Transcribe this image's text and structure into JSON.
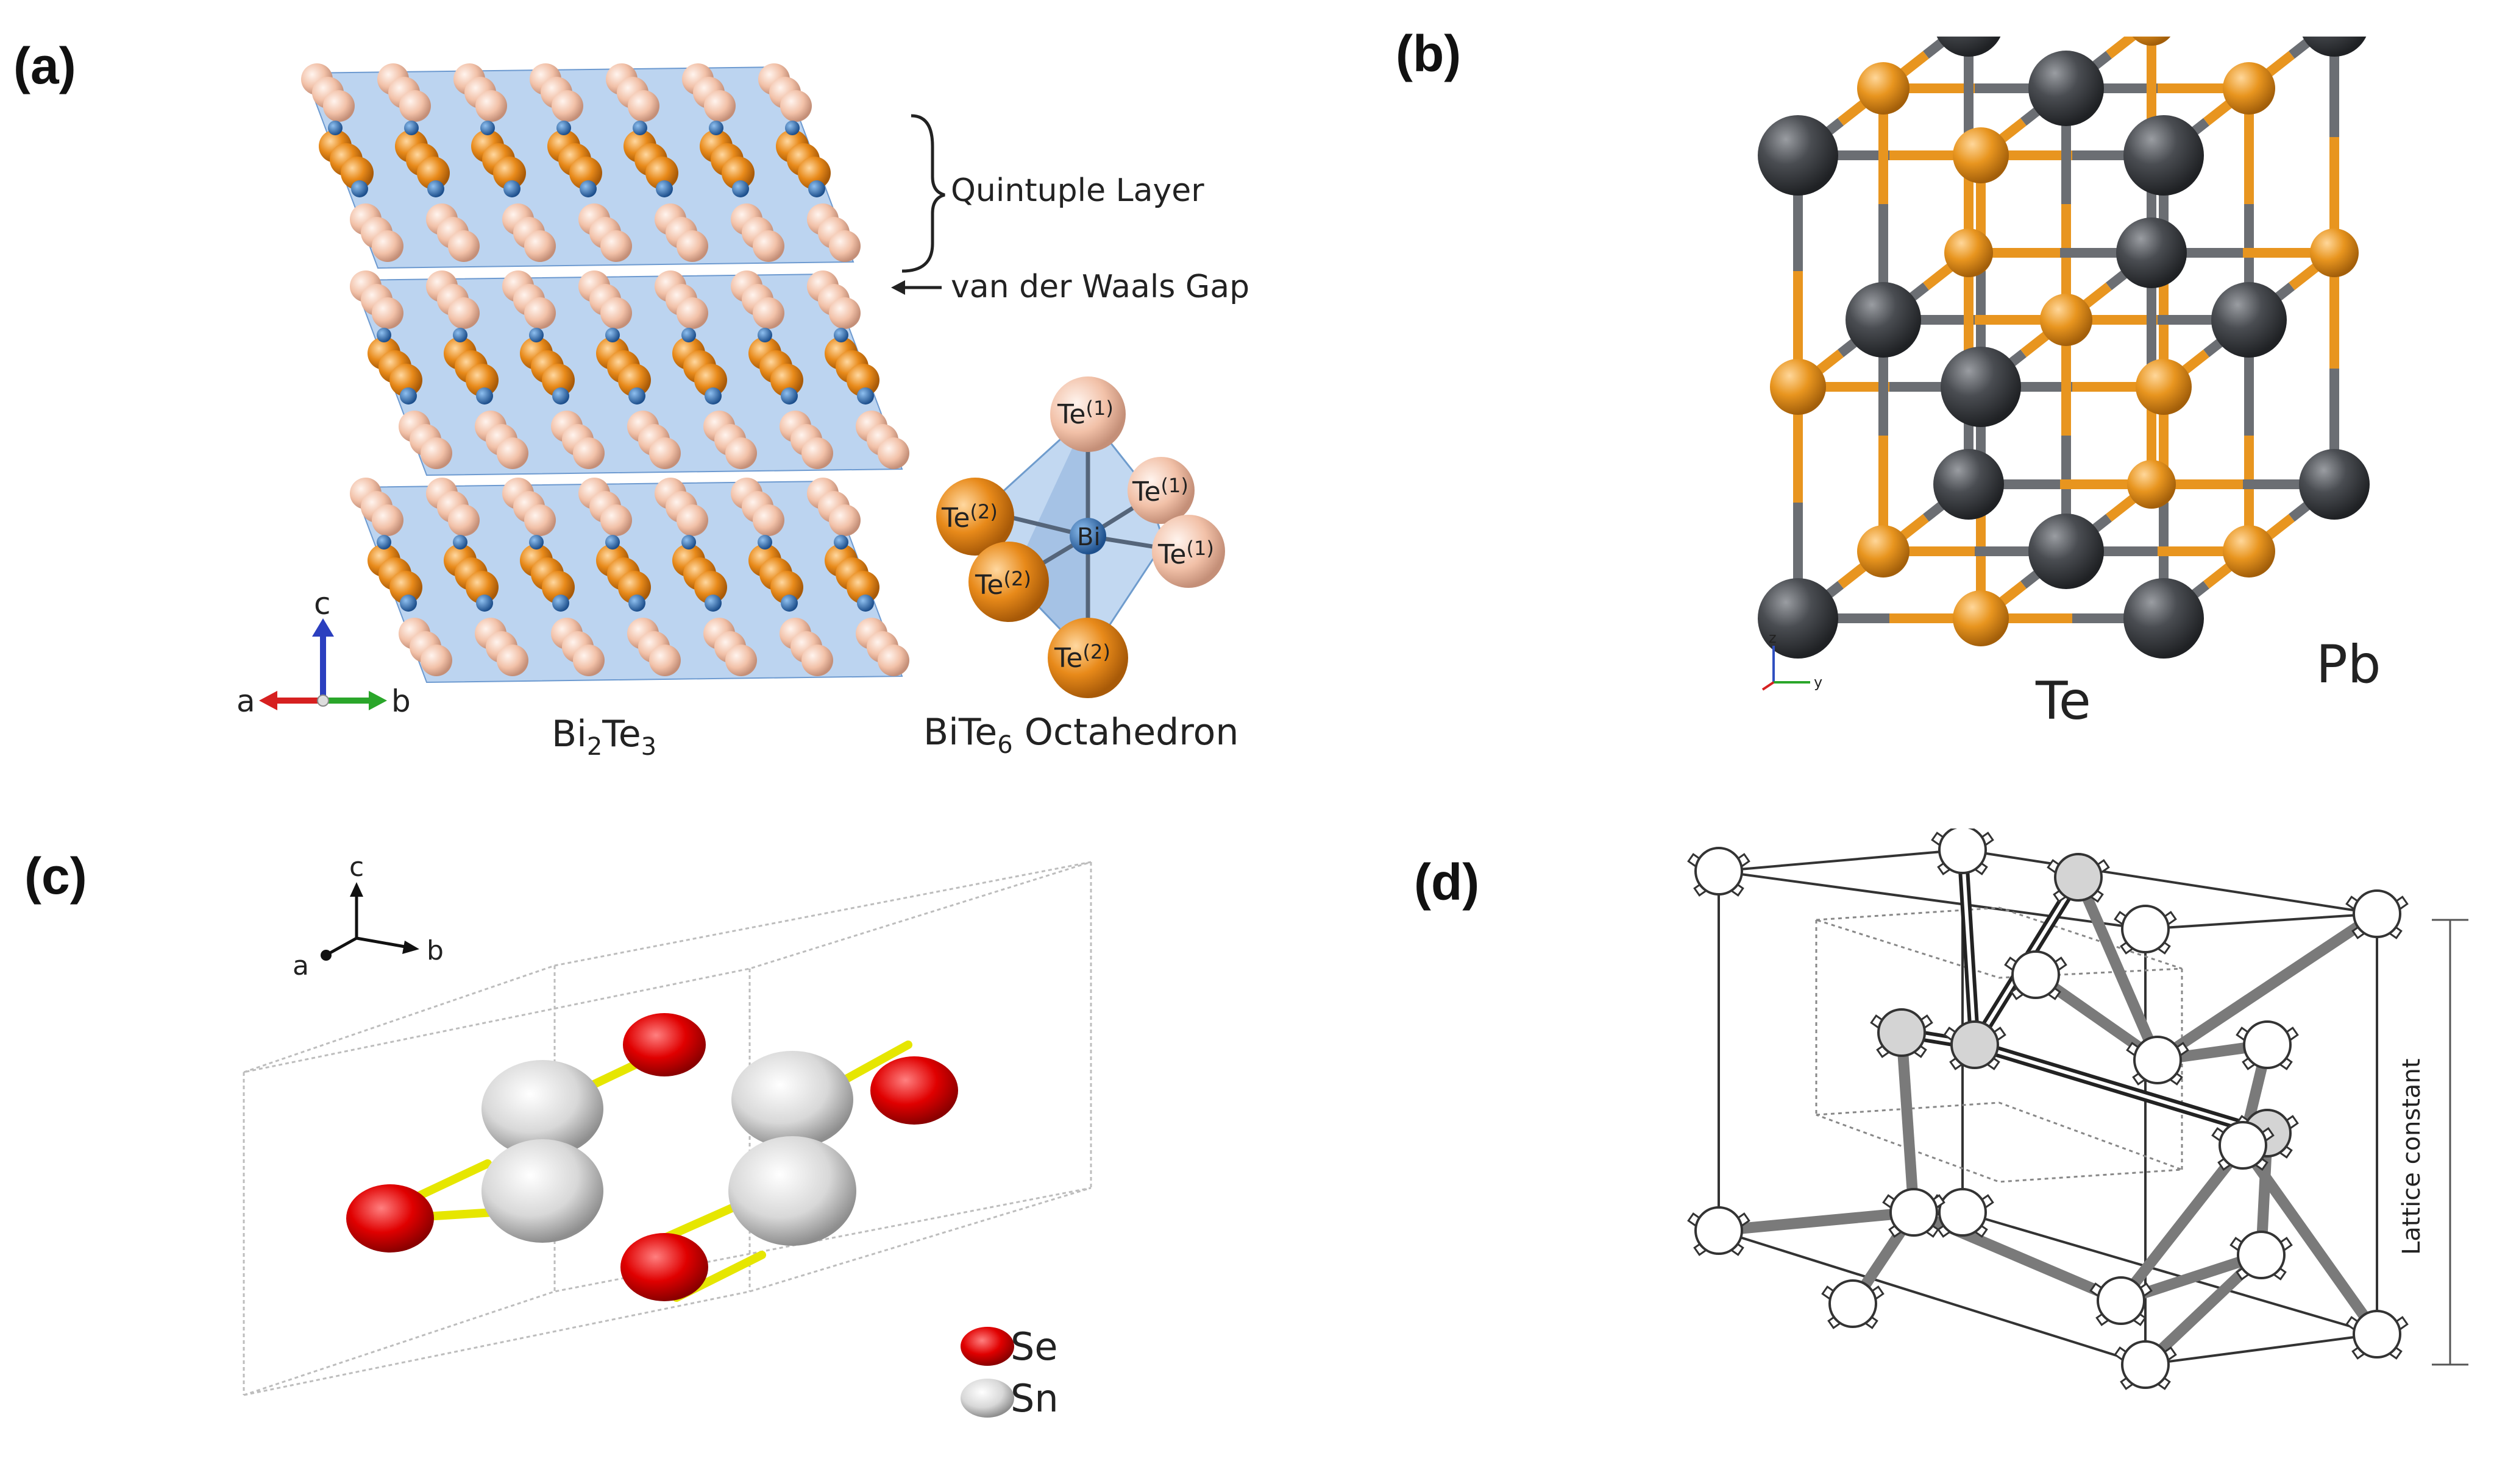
{
  "panels": {
    "a": {
      "label": "(a)",
      "quintuple_layer": "Quintuple Layer",
      "vdw_gap": "van der Waals Gap",
      "axis_a": "a",
      "axis_b": "b",
      "axis_c": "c",
      "formula_base1": "Bi",
      "formula_sub1": "2",
      "formula_base2": "Te",
      "formula_sub2": "3",
      "oct_base": "BiTe",
      "oct_sub": "6",
      "oct_rest": " Octahedron",
      "oct_center": "Bi",
      "te_base": "Te",
      "te1_sup": "(1)",
      "te2_sup": "(2)"
    },
    "b": {
      "label": "(b)",
      "te_label": "Te",
      "pb_label": "Pb",
      "axis_z": "z",
      "axis_y": "y"
    },
    "c": {
      "label": "(c)",
      "axis_a": "a",
      "axis_b": "b",
      "axis_c": "c",
      "legend_se": "Se",
      "legend_sn": "Sn"
    },
    "d": {
      "label": "(d)",
      "lattice_constant": "Lattice constant"
    }
  },
  "colors": {
    "te_light": "#f2c1a8",
    "te_orange": "#e88a1a",
    "bi_blue": "#2f6fb3",
    "octa_blue": "#8fb8e6",
    "pb_dark": "#4a4d52",
    "te_b_orange": "#e8951f",
    "se_red": "#e00000",
    "sn_grey": "#d8d8d8",
    "bond_yellow": "#e6e600"
  }
}
